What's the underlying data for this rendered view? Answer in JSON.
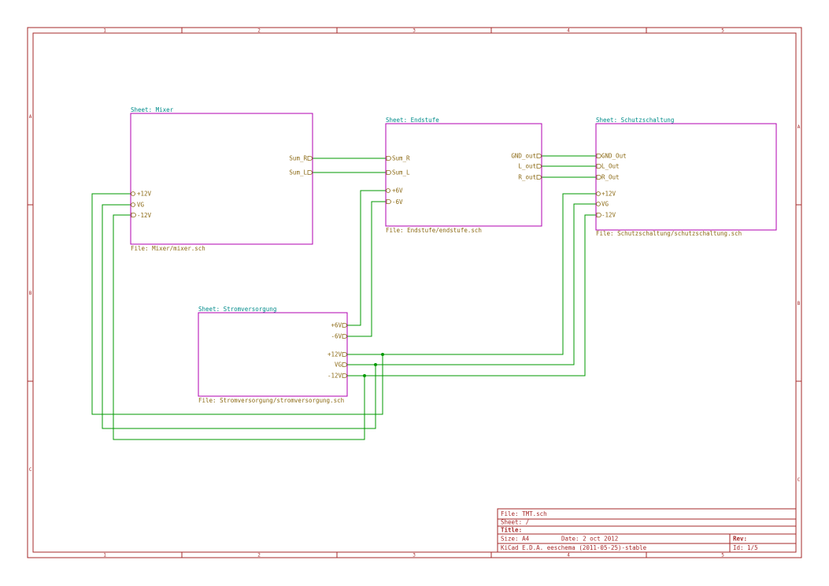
{
  "frame": {
    "columns": [
      "1",
      "2",
      "3",
      "4",
      "5"
    ],
    "rows": [
      "A",
      "B",
      "C"
    ]
  },
  "sheets": {
    "mixer": {
      "name": "Sheet: Mixer",
      "file": "File: Mixer/mixer.sch",
      "pins": [
        "Sum_R",
        "Sum_L",
        "+12V",
        "VG",
        "-12V"
      ]
    },
    "endstufe": {
      "name": "Sheet: Endstufe",
      "file": "File: Endstufe/endstufe.sch",
      "pins": [
        "Sum_R",
        "Sum_L",
        "+6V",
        "-6V",
        "GND_out",
        "L_out",
        "R_out"
      ]
    },
    "schutz": {
      "name": "Sheet: Schutzschaltung",
      "file": "File: Schutzschaltung/schutzschaltung.sch",
      "pins": [
        "GND_Out",
        "L_Out",
        "R_Out",
        "+12V",
        "VG",
        "-12V"
      ]
    },
    "strom": {
      "name": "Sheet: Stromversorgung",
      "file": "File: Stromversorgung/stromversorgung.sch",
      "pins": [
        "+6V",
        "-6V",
        "+12V",
        "VG",
        "-12V"
      ]
    }
  },
  "title_block": {
    "file": "File: TMT.sch",
    "sheet": "Sheet: /",
    "title": "Title:",
    "size": "Size: A4",
    "date": "Date: 2 oct 2012",
    "rev": "Rev:",
    "tool": "KiCad E.D.A.  eeschema (2011-05-25)-stable",
    "id": "Id: 1/5"
  },
  "colors": {
    "frame": "#a52a2a",
    "sheet_border": "#b000b0",
    "sheet_name": "#008b8b",
    "pin_label": "#8b6914",
    "wire": "#009900"
  }
}
